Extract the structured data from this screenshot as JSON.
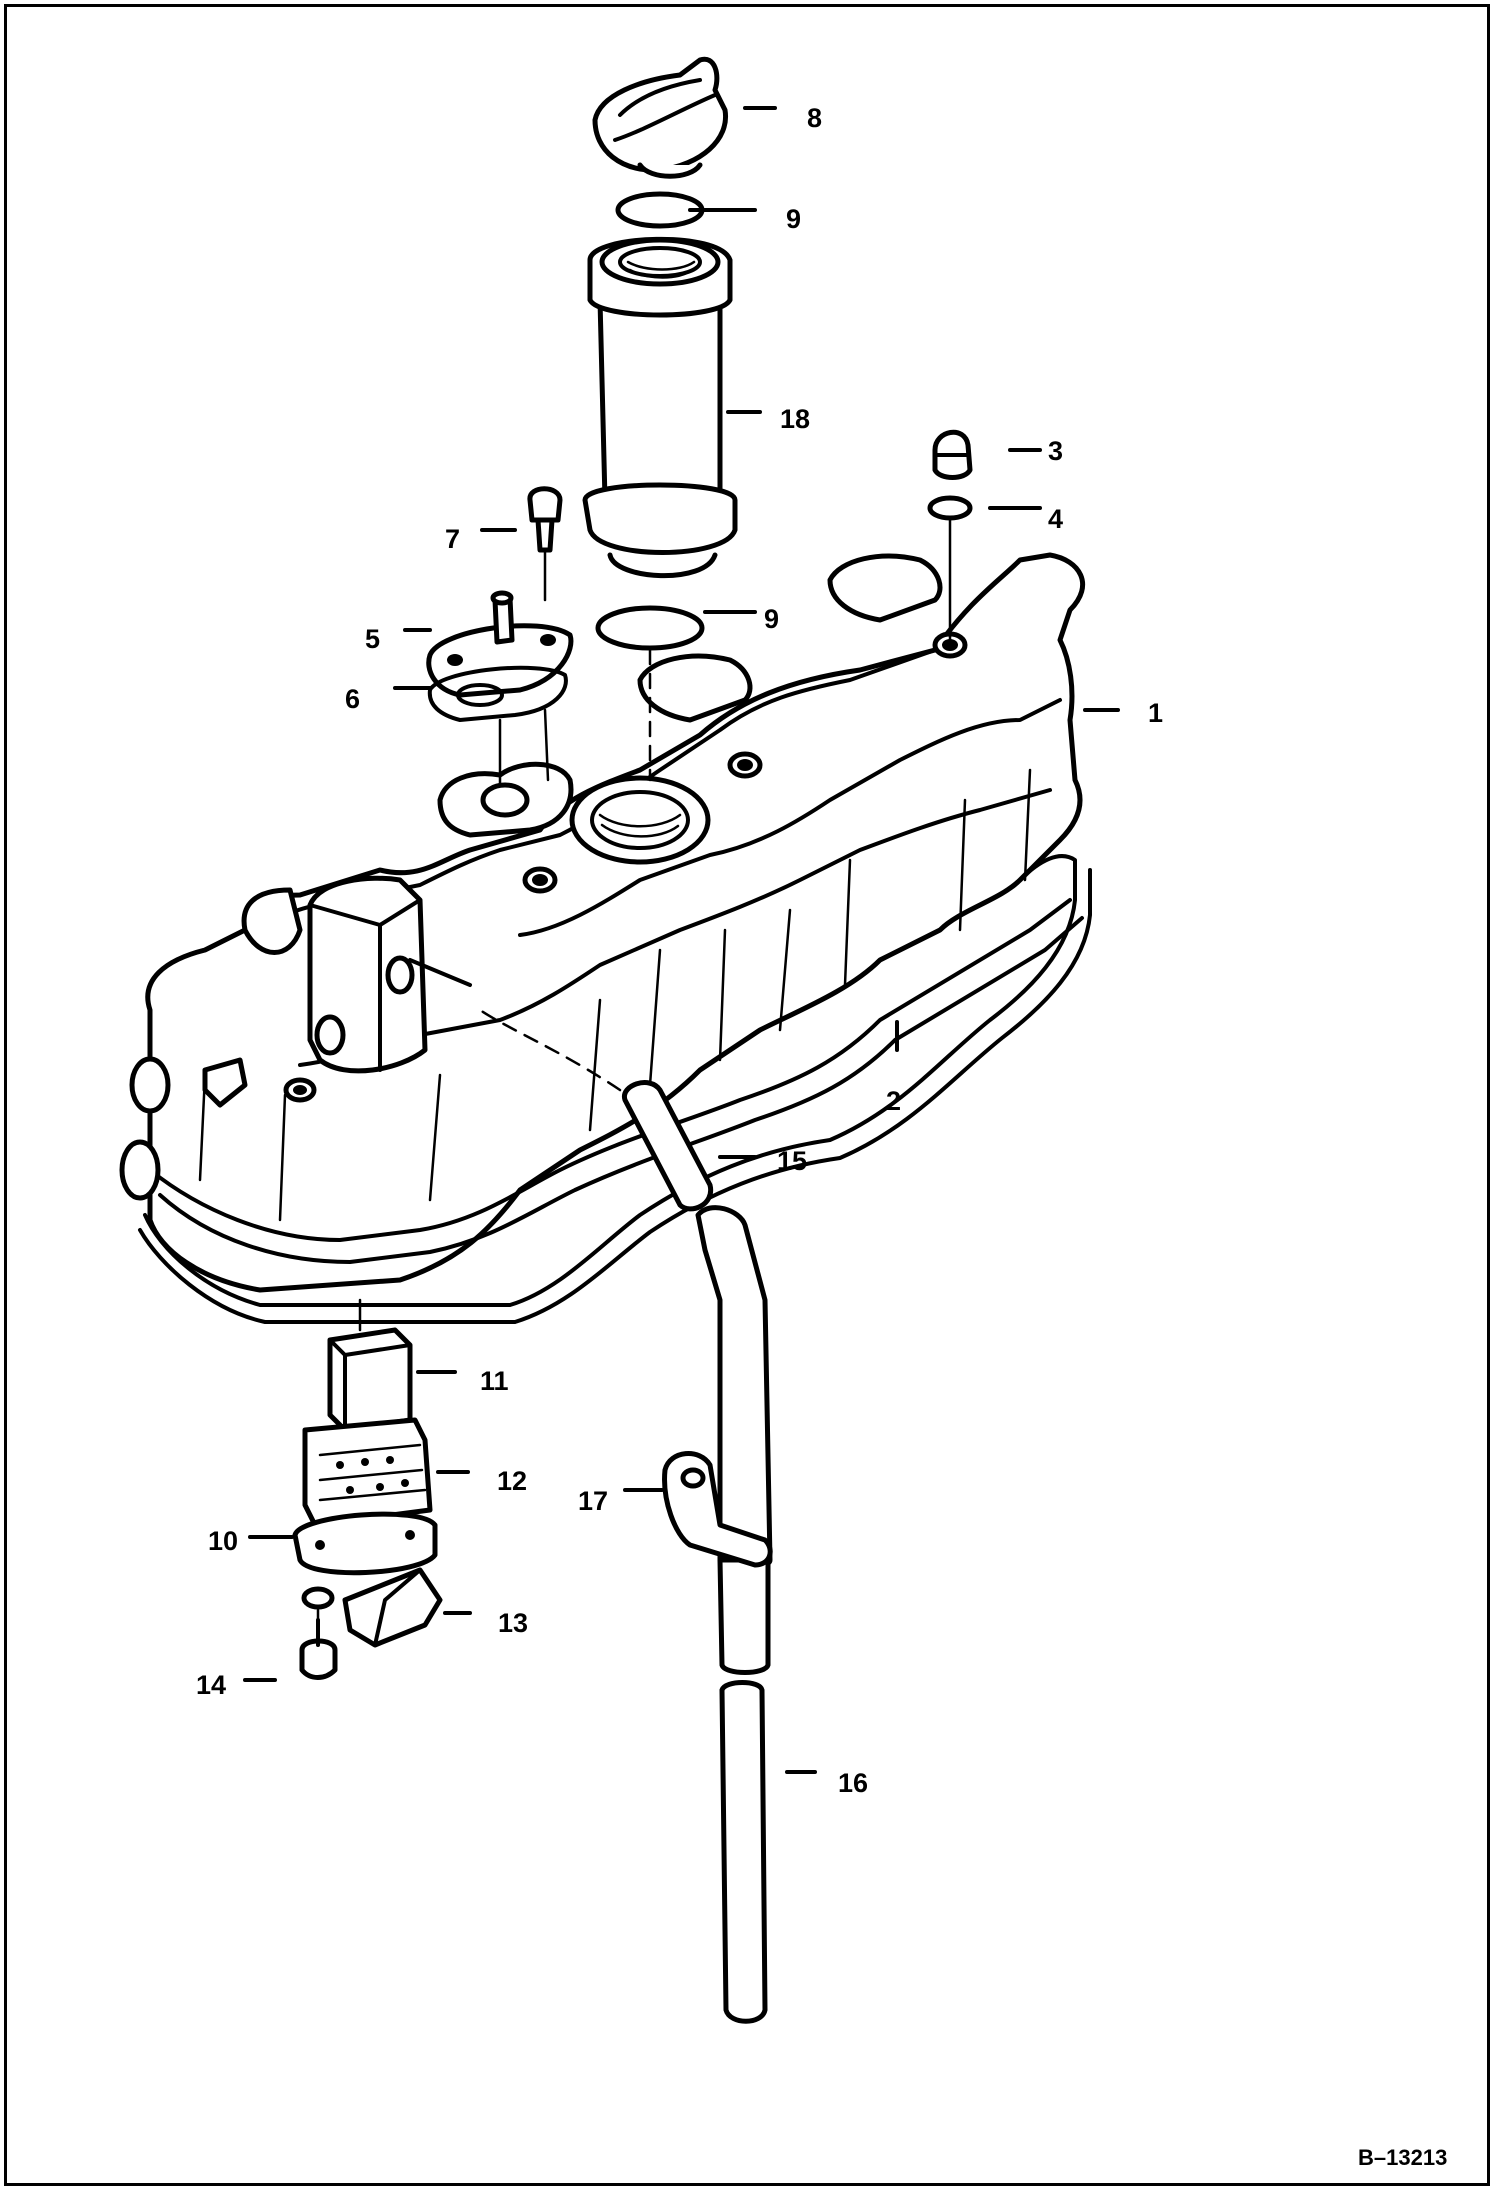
{
  "figure_id": "B–13213",
  "callouts": {
    "c1": "1",
    "c2": "2",
    "c3": "3",
    "c4": "4",
    "c5": "5",
    "c6": "6",
    "c7": "7",
    "c8": "8",
    "c9a": "9",
    "c9b": "9",
    "c10": "10",
    "c11": "11",
    "c12": "12",
    "c13": "13",
    "c14": "14",
    "c15": "15",
    "c16": "16",
    "c17": "17",
    "c18": "18"
  }
}
